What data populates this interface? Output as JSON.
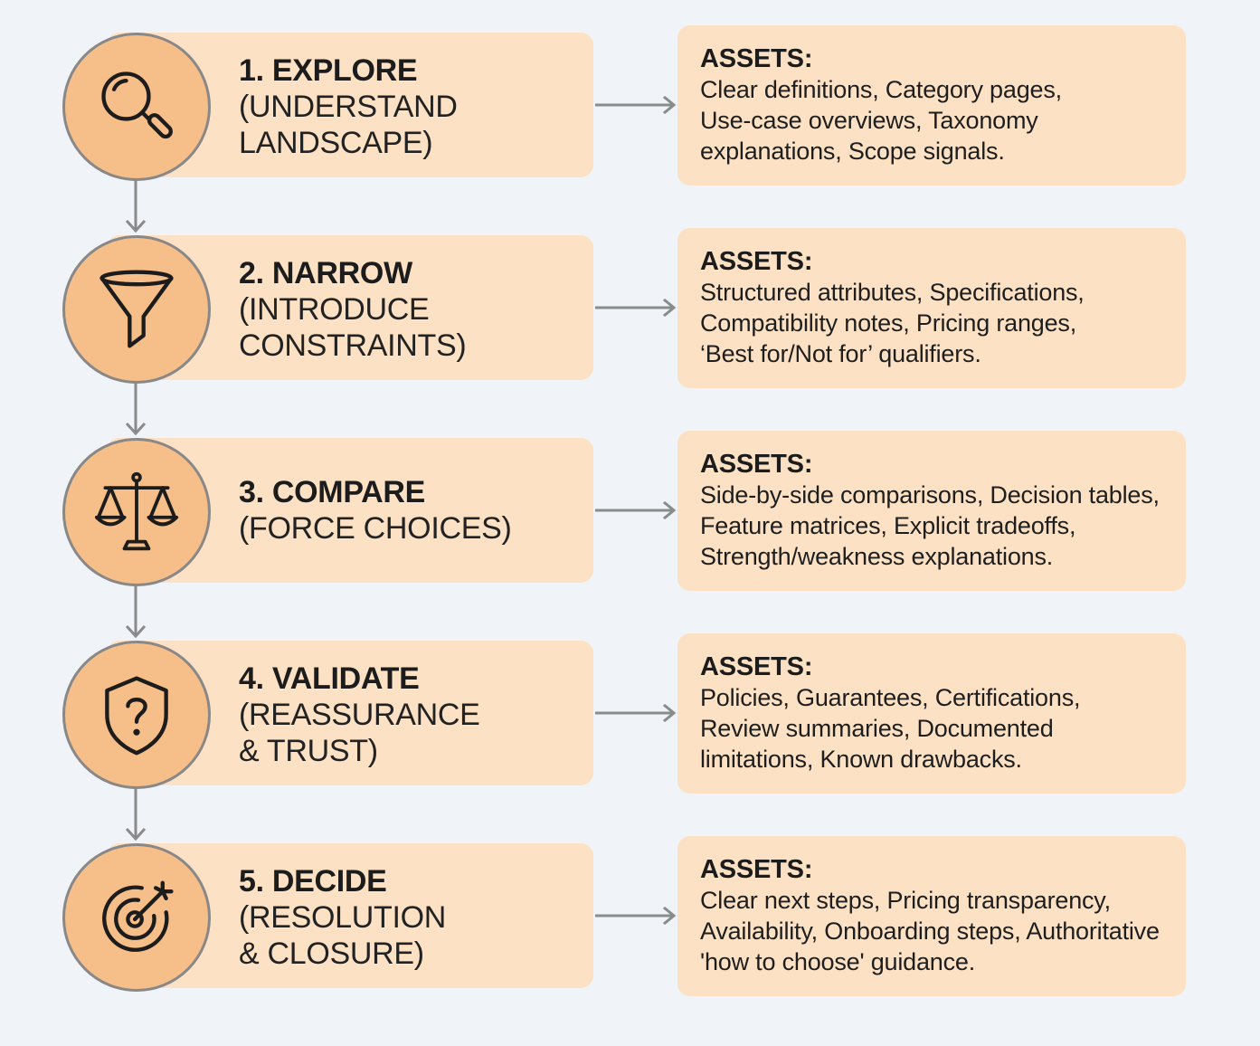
{
  "stages": [
    {
      "title": "1. EXPLORE",
      "subtitle": "(UNDERSTAND LANDSCAPE)",
      "icon": "magnifier-icon",
      "assets_heading": "ASSETS:",
      "assets": "Clear definitions, Category pages, Use-case overviews, Taxonomy explanations, Scope signals."
    },
    {
      "title": "2. NARROW",
      "subtitle": "(INTRODUCE CONSTRAINTS)",
      "icon": "funnel-icon",
      "assets_heading": "ASSETS:",
      "assets": "Structured attributes, Specifications, Compatibility notes, Pricing ranges, ‘Best for/Not for’ qualifiers."
    },
    {
      "title": "3. COMPARE",
      "subtitle": "(FORCE CHOICES)",
      "icon": "scales-icon",
      "assets_heading": "ASSETS:",
      "assets": "Side-by-side comparisons, Decision tables, Feature matrices, Explicit tradeoffs, Strength/weakness explanations."
    },
    {
      "title": "4. VALIDATE",
      "subtitle": "(REASSURANCE & TRUST)",
      "icon": "shield-question-icon",
      "assets_heading": "ASSETS:",
      "assets": "Policies, Guarantees, Certifications, Review summaries, Documented limitations, Known drawbacks."
    },
    {
      "title": "5. DECIDE",
      "subtitle": "(RESOLUTION & CLOSURE)",
      "icon": "target-icon",
      "assets_heading": "ASSETS:",
      "assets": "Clear next steps, Pricing transparency, Availability, Onboarding steps, Authoritative 'how to choose' guidance."
    }
  ],
  "colors": {
    "background": "#f0f3f7",
    "card": "#fce1c4",
    "circle": "#f6be88",
    "circle_border": "#888888",
    "arrow": "#8a8a8a"
  }
}
